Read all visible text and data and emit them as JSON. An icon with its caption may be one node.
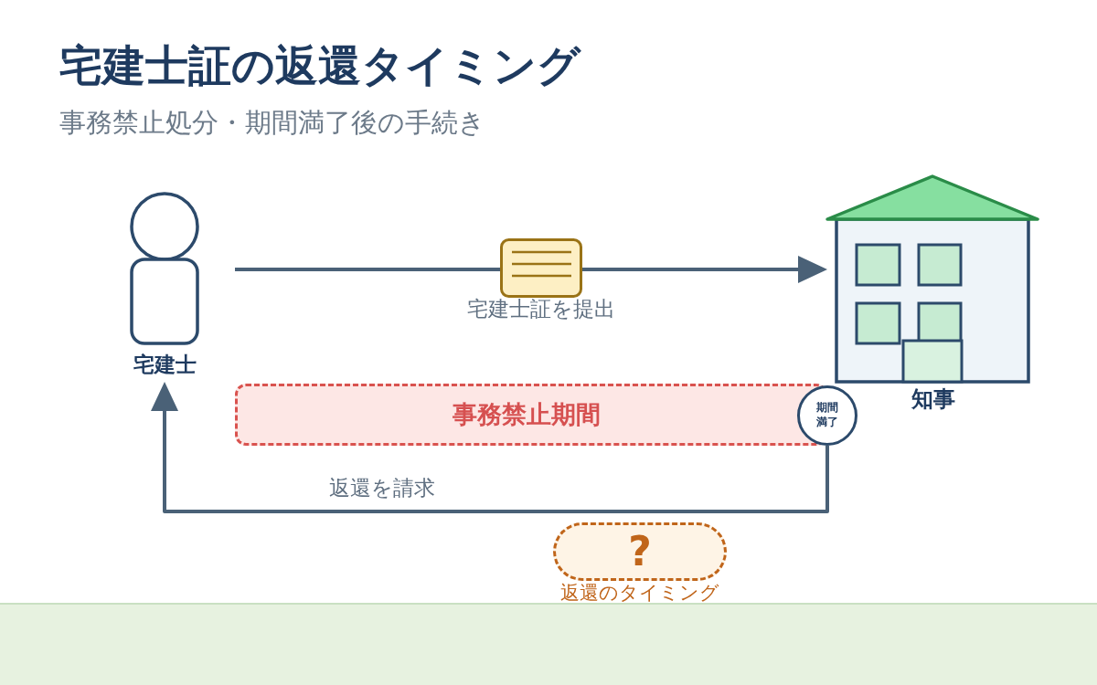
{
  "diagram": {
    "title": "宅建士証の返還タイミング",
    "nodes": [
      {
        "text": [
          "宅建士"
        ]
      },
      {
        "text": [
          "知事"
        ]
      },
      {
        "text": [
          "事務禁止期間"
        ]
      },
      {
        "text": [
          "期間満了"
        ]
      },
      {
        "text": [
          "?"
        ],
        "beside": [
          "返還のタイミング"
        ]
      }
    ],
    "edges": [
      {
        "from": 0,
        "to": 1,
        "arrow": "to",
        "label": "宅建士証を提出"
      },
      {
        "from": 3,
        "to": 0,
        "arrow": "to",
        "label": "返還を請求"
      }
    ],
    "labels": [
      "事務禁止処分・期間満了後の手続き"
    ]
  }
}
